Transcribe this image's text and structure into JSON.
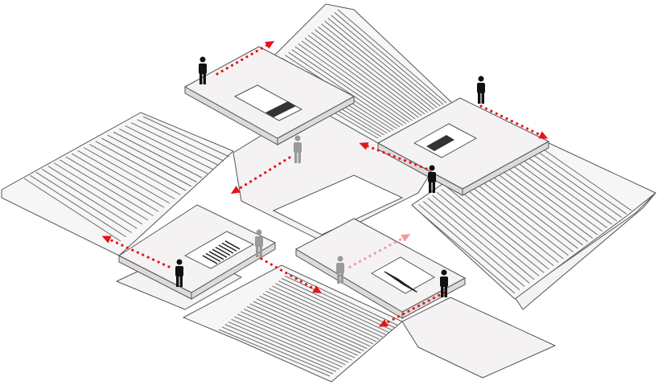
{
  "colors": {
    "route_red": "#e3161b",
    "route_faded": "#f29a9c",
    "person_dark": "#111111",
    "person_faded": "#9a9a9a",
    "slab": "#f4f2f2",
    "outline": "#555555"
  },
  "diagram": {
    "stair_flights": 4,
    "landings": 4,
    "people": 8,
    "routes": 8
  }
}
